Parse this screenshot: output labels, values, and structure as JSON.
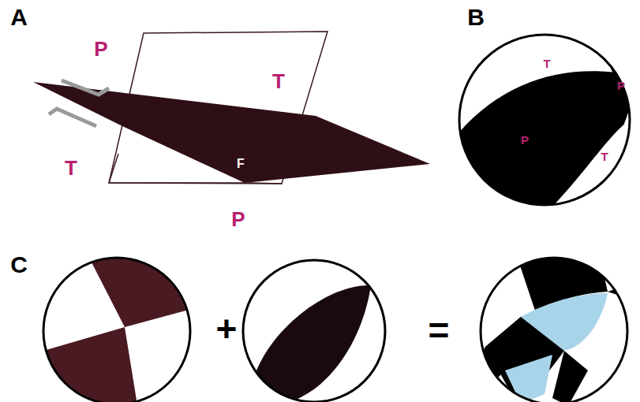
{
  "diagram": {
    "labels": [
      "A",
      "P",
      "T",
      "T",
      "P",
      "F",
      "B",
      "T",
      "P",
      "P",
      "T",
      "C",
      "+",
      "="
    ]
  }
}
